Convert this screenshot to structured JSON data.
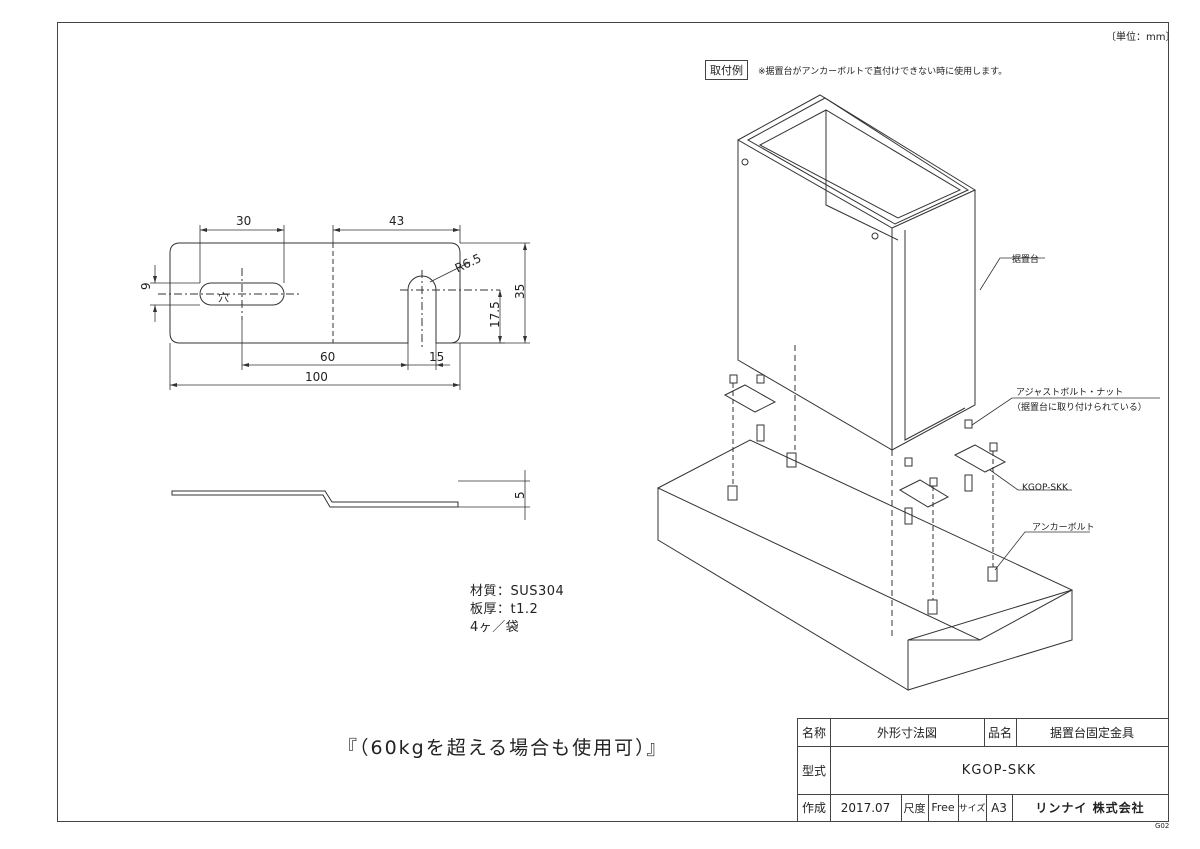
{
  "unit_note": "〔単位：mm〕",
  "mounting_example": {
    "label": "取付例",
    "note": "※据置台がアンカーボルトで直付けできない時に使用します。"
  },
  "plan_view": {
    "dim_30": "30",
    "dim_43": "43",
    "dim_r65": "R6.5",
    "dim_9": "9",
    "dim_35": "35",
    "dim_175": "17.5",
    "dim_60": "60",
    "dim_15": "15",
    "dim_100": "100",
    "hole_label": "穴"
  },
  "side_view": {
    "dim_5": "5"
  },
  "callouts": {
    "stand": "据置台",
    "adjust_bolt": "アジャストボルト・ナット",
    "adjust_bolt_note": "（据置台に取り付けられている）",
    "model": "KGOP-SKK",
    "anchor_bolt": "アンカーボルト"
  },
  "specs": {
    "material": "材質：SUS304",
    "thickness": "板厚：t1.2",
    "quantity": "4ヶ／袋"
  },
  "big_note": "『（60kgを超える場合も使用可）』",
  "title_block": {
    "name_label": "名称",
    "name_value": "外形寸法図",
    "product_label": "品名",
    "product_value": "据置台固定金具",
    "model_label": "型式",
    "model_value": "KGOP-SKK",
    "made_label": "作成",
    "made_value": "2017.07",
    "scale_label": "尺度",
    "scale_value": "Free",
    "size_label": "サイズ",
    "size_value": "A3",
    "company": "リンナイ 株式会社"
  },
  "drawing_code": "G02"
}
